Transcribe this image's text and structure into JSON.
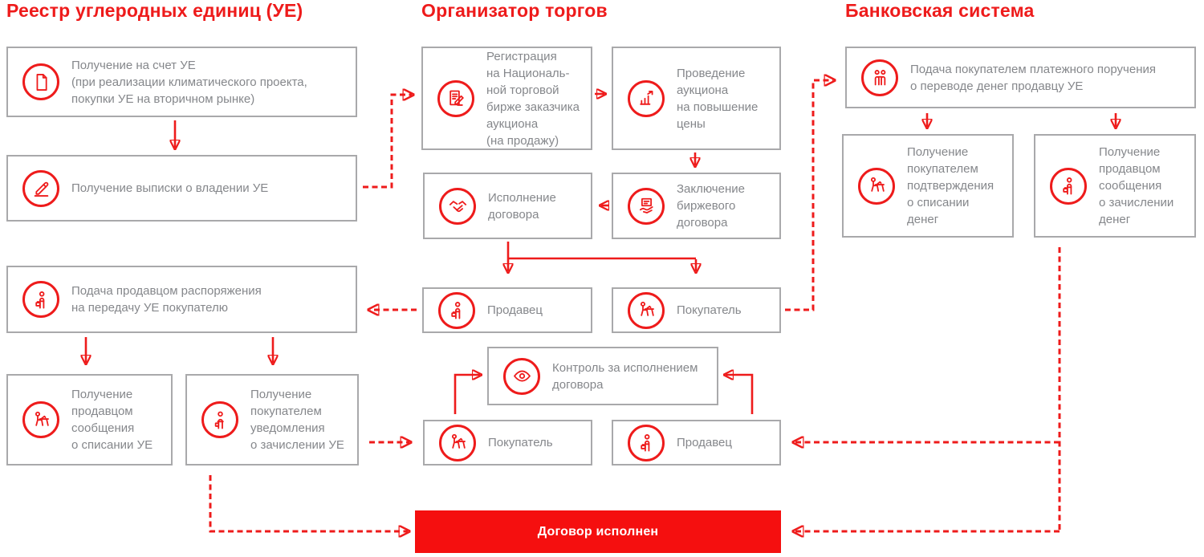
{
  "headings": {
    "registry": "Реестр углеродных единиц (УЕ)",
    "organizer": "Организатор торгов",
    "bank": "Банковская система"
  },
  "blocks": {
    "receive_units": {
      "text": "Получение на счет УЕ\n(при реализации климатического проекта,\nпокупки УЕ на вторичном рынке)",
      "icon": "document-icon"
    },
    "ownership_statement": {
      "text": "Получение выписки о владении УЕ",
      "icon": "signature-icon"
    },
    "seller_order": {
      "text": "Подача продавцом распоряжения\nна передачу УЕ покупателю",
      "icon": "person-briefcase-icon"
    },
    "seller_writeoff_msg": {
      "text": "Получение\nпродавцом\nсообщения\nо списании УЕ",
      "icon": "person-desk-icon"
    },
    "buyer_credit_notice": {
      "text": "Получение\nпокупателем\nуведомления\nо зачислении УЕ",
      "icon": "person-icon"
    },
    "registration": {
      "text": "Регистрация\nна Националь-\nной торговой\nбирже заказчика\nаукциона\n(на продажу)",
      "icon": "clipboard-pen-icon"
    },
    "auction": {
      "text": "Проведение\nаукциона\nна повышение\nцены",
      "icon": "chart-up-icon"
    },
    "contract_signing": {
      "text": "Заключение\nбиржевого\nдоговора",
      "icon": "contract-hand-icon"
    },
    "contract_execution": {
      "text": "Исполнение\nдоговора",
      "icon": "handshake-icon"
    },
    "seller_mid": {
      "text": "Продавец",
      "icon": "person-briefcase-icon"
    },
    "buyer_mid": {
      "text": "Покупатель",
      "icon": "person-desk-icon"
    },
    "control": {
      "text": "Контроль за исполнением\nдоговора",
      "icon": "eye-icon"
    },
    "buyer_bottom": {
      "text": "Покупатель",
      "icon": "person-desk-icon"
    },
    "seller_bottom": {
      "text": "Продавец",
      "icon": "person-briefcase-icon"
    },
    "payment_order": {
      "text": "Подача покупателем платежного поручения\nо переводе денег продавцу УЕ",
      "icon": "two-people-icon"
    },
    "buyer_debit_confirm": {
      "text": "Получение\nпокупателем\nподтверждения\nо списании\nденег",
      "icon": "person-desk-icon"
    },
    "seller_credit_msg": {
      "text": "Получение\nпродавцом\nсообщения\nо зачислении\nденег",
      "icon": "person-briefcase-icon"
    }
  },
  "banner": {
    "label": "Договор исполнен"
  },
  "colors": {
    "accent_red": "#ee1b1b",
    "banner_red": "#f50f0f",
    "block_border": "#a9a9ab",
    "body_text": "#85878b",
    "banner_text": "#ffffff"
  }
}
